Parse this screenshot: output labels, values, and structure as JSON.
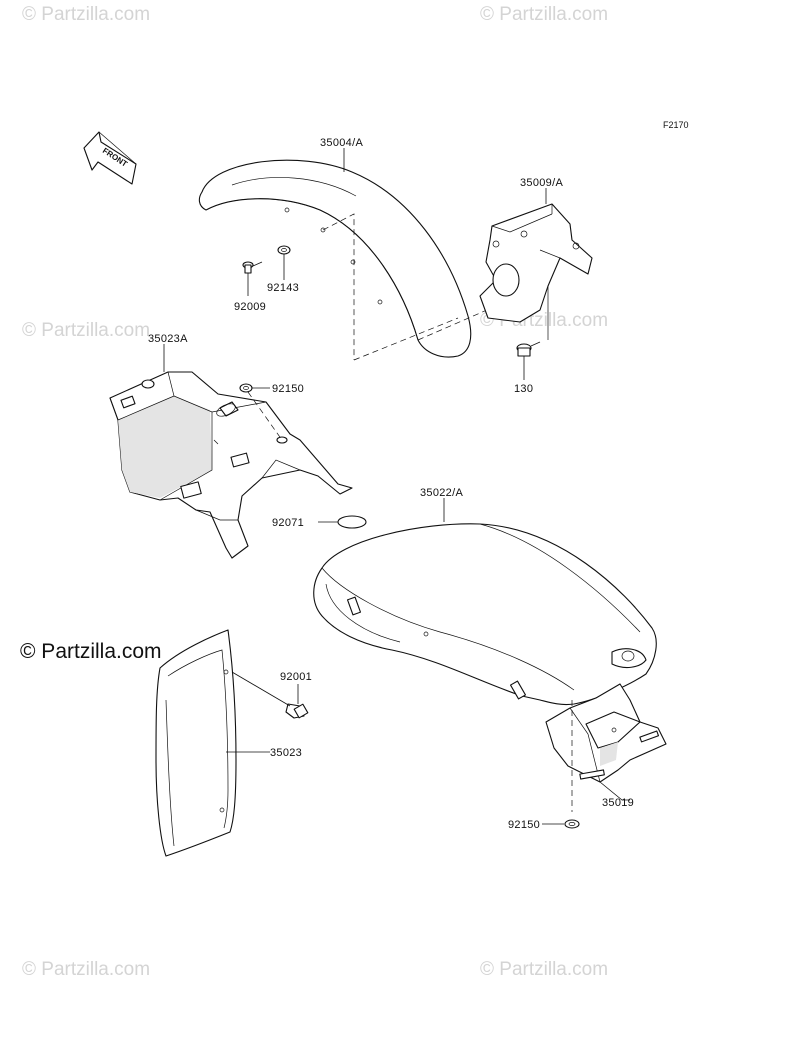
{
  "diagram": {
    "ref_code": "F2170",
    "front_marker": "FRONT",
    "watermarks": {
      "small": "© Partzilla.com",
      "large": "© Partzilla.com"
    },
    "parts": {
      "front_fender": "35004/A",
      "fender_bracket": "35009/A",
      "bolt_92009": "92009",
      "washer_92143": "92143",
      "bolt_130": "130",
      "tool_tray": "35023A",
      "grommet_upper": "92150",
      "rubber_damper": "92071",
      "rear_fender": "35022/A",
      "mud_flap_bolt": "92001",
      "mud_flap": "35023",
      "plate_bracket": "35019",
      "grommet_lower": "92150"
    }
  }
}
